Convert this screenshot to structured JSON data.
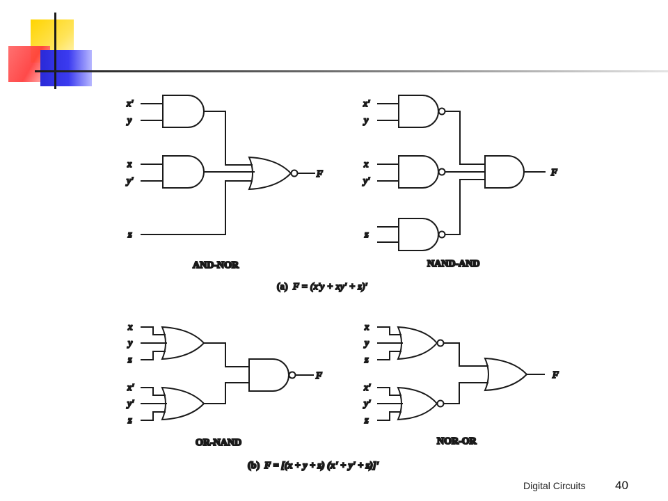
{
  "slide": {
    "footer_title": "Digital Circuits",
    "slide_number": "40"
  },
  "colors": {
    "accent_yellow": "#ffd400",
    "accent_red": "#ff4040",
    "accent_blue": "#2f2fe0",
    "ink": "#1a1a1a"
  },
  "diagram": {
    "part_a": {
      "and_nor": {
        "inputs": [
          "x'",
          "y",
          "x",
          "y'",
          "z"
        ],
        "output": "F",
        "caption": "AND-NOR"
      },
      "nand_and": {
        "inputs": [
          "x'",
          "y",
          "x",
          "y'",
          "z"
        ],
        "output": "F",
        "caption": "NAND-AND"
      },
      "equation": {
        "prefix": "(a)",
        "text": "F = (x'y + xy' + z)'"
      }
    },
    "part_b": {
      "or_nand": {
        "inputs": [
          "x",
          "y",
          "z",
          "x'",
          "y'",
          "z"
        ],
        "output": "F",
        "caption": "OR-NAND"
      },
      "nor_or": {
        "inputs": [
          "x",
          "y",
          "z",
          "x'",
          "y'",
          "z"
        ],
        "output": "F",
        "caption": "NOR-OR"
      },
      "equation": {
        "prefix": "(b)",
        "text": "F = [(x + y + z) (x' + y' + z)]'"
      }
    }
  }
}
